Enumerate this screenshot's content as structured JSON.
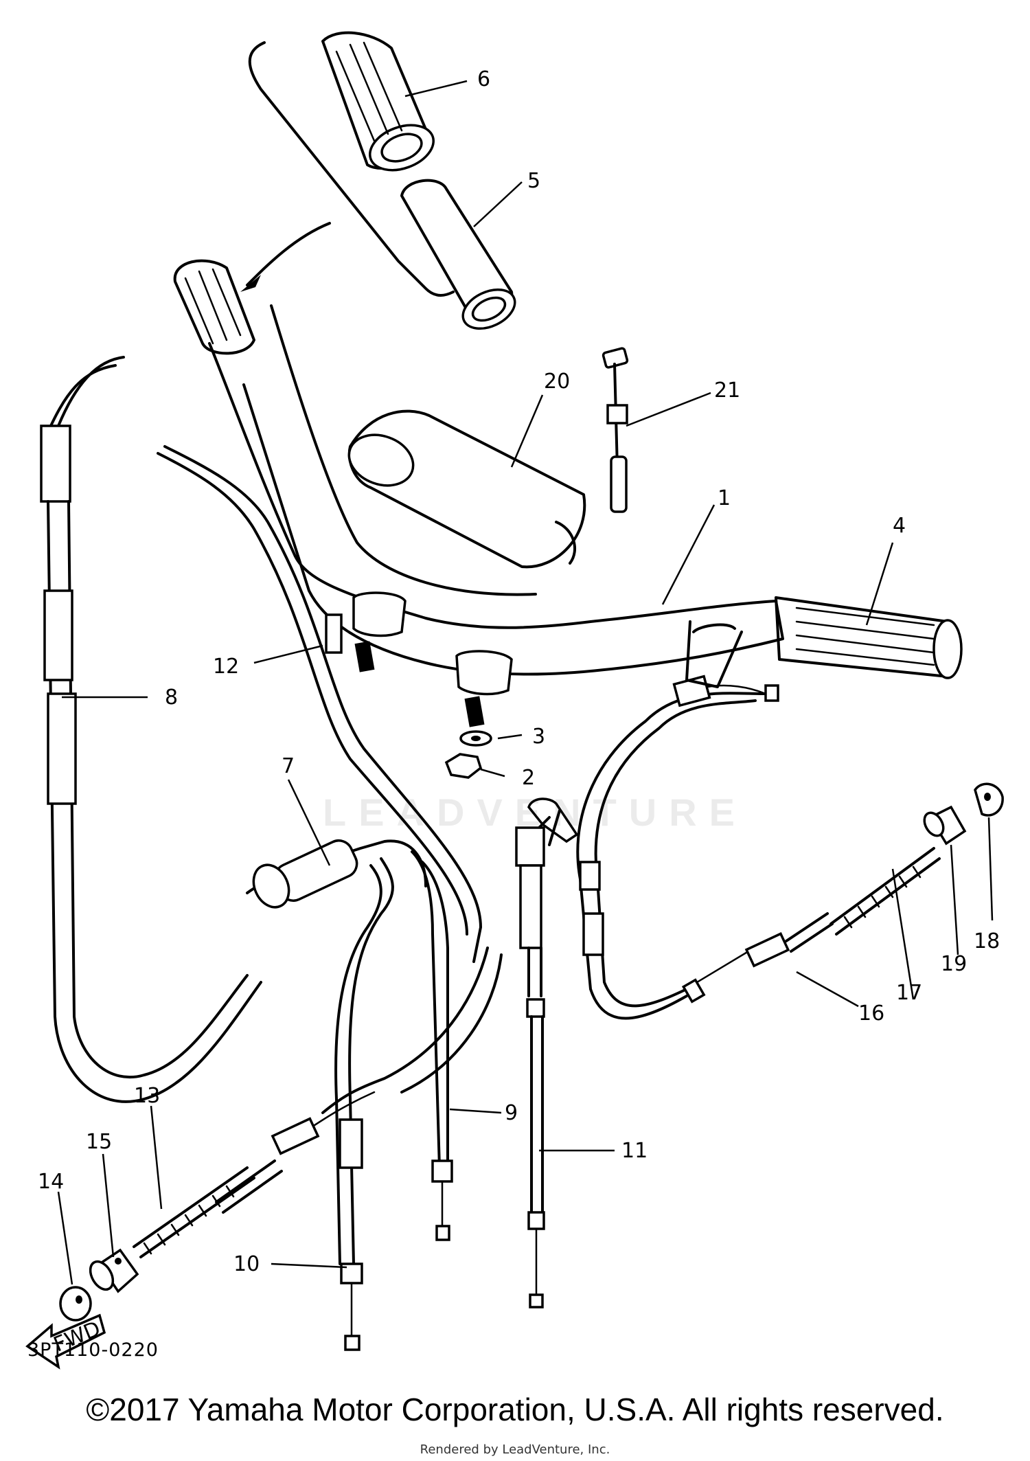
{
  "diagram": {
    "code": "3PT110-0220",
    "fwd_label": "FWD",
    "callouts": [
      "1",
      "2",
      "3",
      "4",
      "5",
      "6",
      "7",
      "8",
      "9",
      "10",
      "11",
      "12",
      "13",
      "14",
      "15",
      "16",
      "17",
      "18",
      "19",
      "20",
      "21"
    ]
  },
  "footer": {
    "copyright": "©2017 Yamaha Motor Corporation, U.S.A. All rights reserved.",
    "rendered_by": "Rendered by LeadVenture, Inc."
  },
  "watermark": "LEADVENTURE"
}
